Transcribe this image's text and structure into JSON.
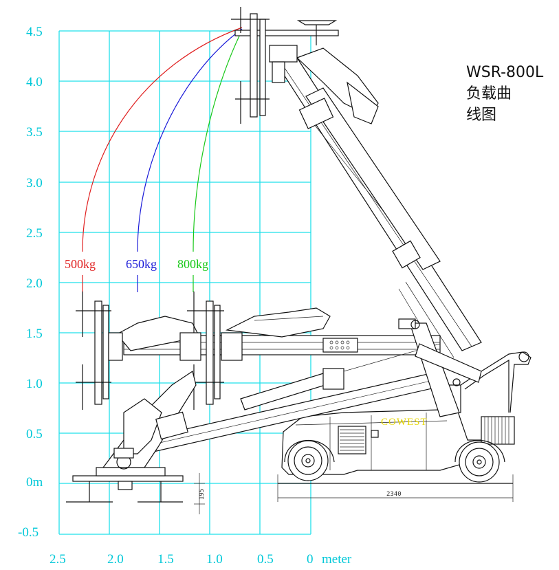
{
  "title": {
    "line1": "WSR-800L",
    "line2": "负载曲",
    "line3": "线图"
  },
  "axes": {
    "y_ticks": [
      "4.5",
      "4.0",
      "3.5",
      "3.0",
      "2.5",
      "2.0",
      "1.5",
      "1.0",
      "0.5",
      "0m",
      "-0.5"
    ],
    "x_ticks": [
      "2.5",
      "2.0",
      "1.5",
      "1.0",
      "0.5",
      "0"
    ],
    "x_unit": "meter"
  },
  "load_curves": [
    {
      "label": "500kg",
      "color": "#e02020"
    },
    {
      "label": "650kg",
      "color": "#1a1ad8"
    },
    {
      "label": "800kg",
      "color": "#18c818"
    }
  ],
  "dimensions": {
    "suction_height": "195",
    "wheelbase": "2340"
  },
  "brand": "COWEST",
  "colors": {
    "grid": "#1fe0ea",
    "axis_text": "#00c8d8",
    "line": "#111111"
  }
}
